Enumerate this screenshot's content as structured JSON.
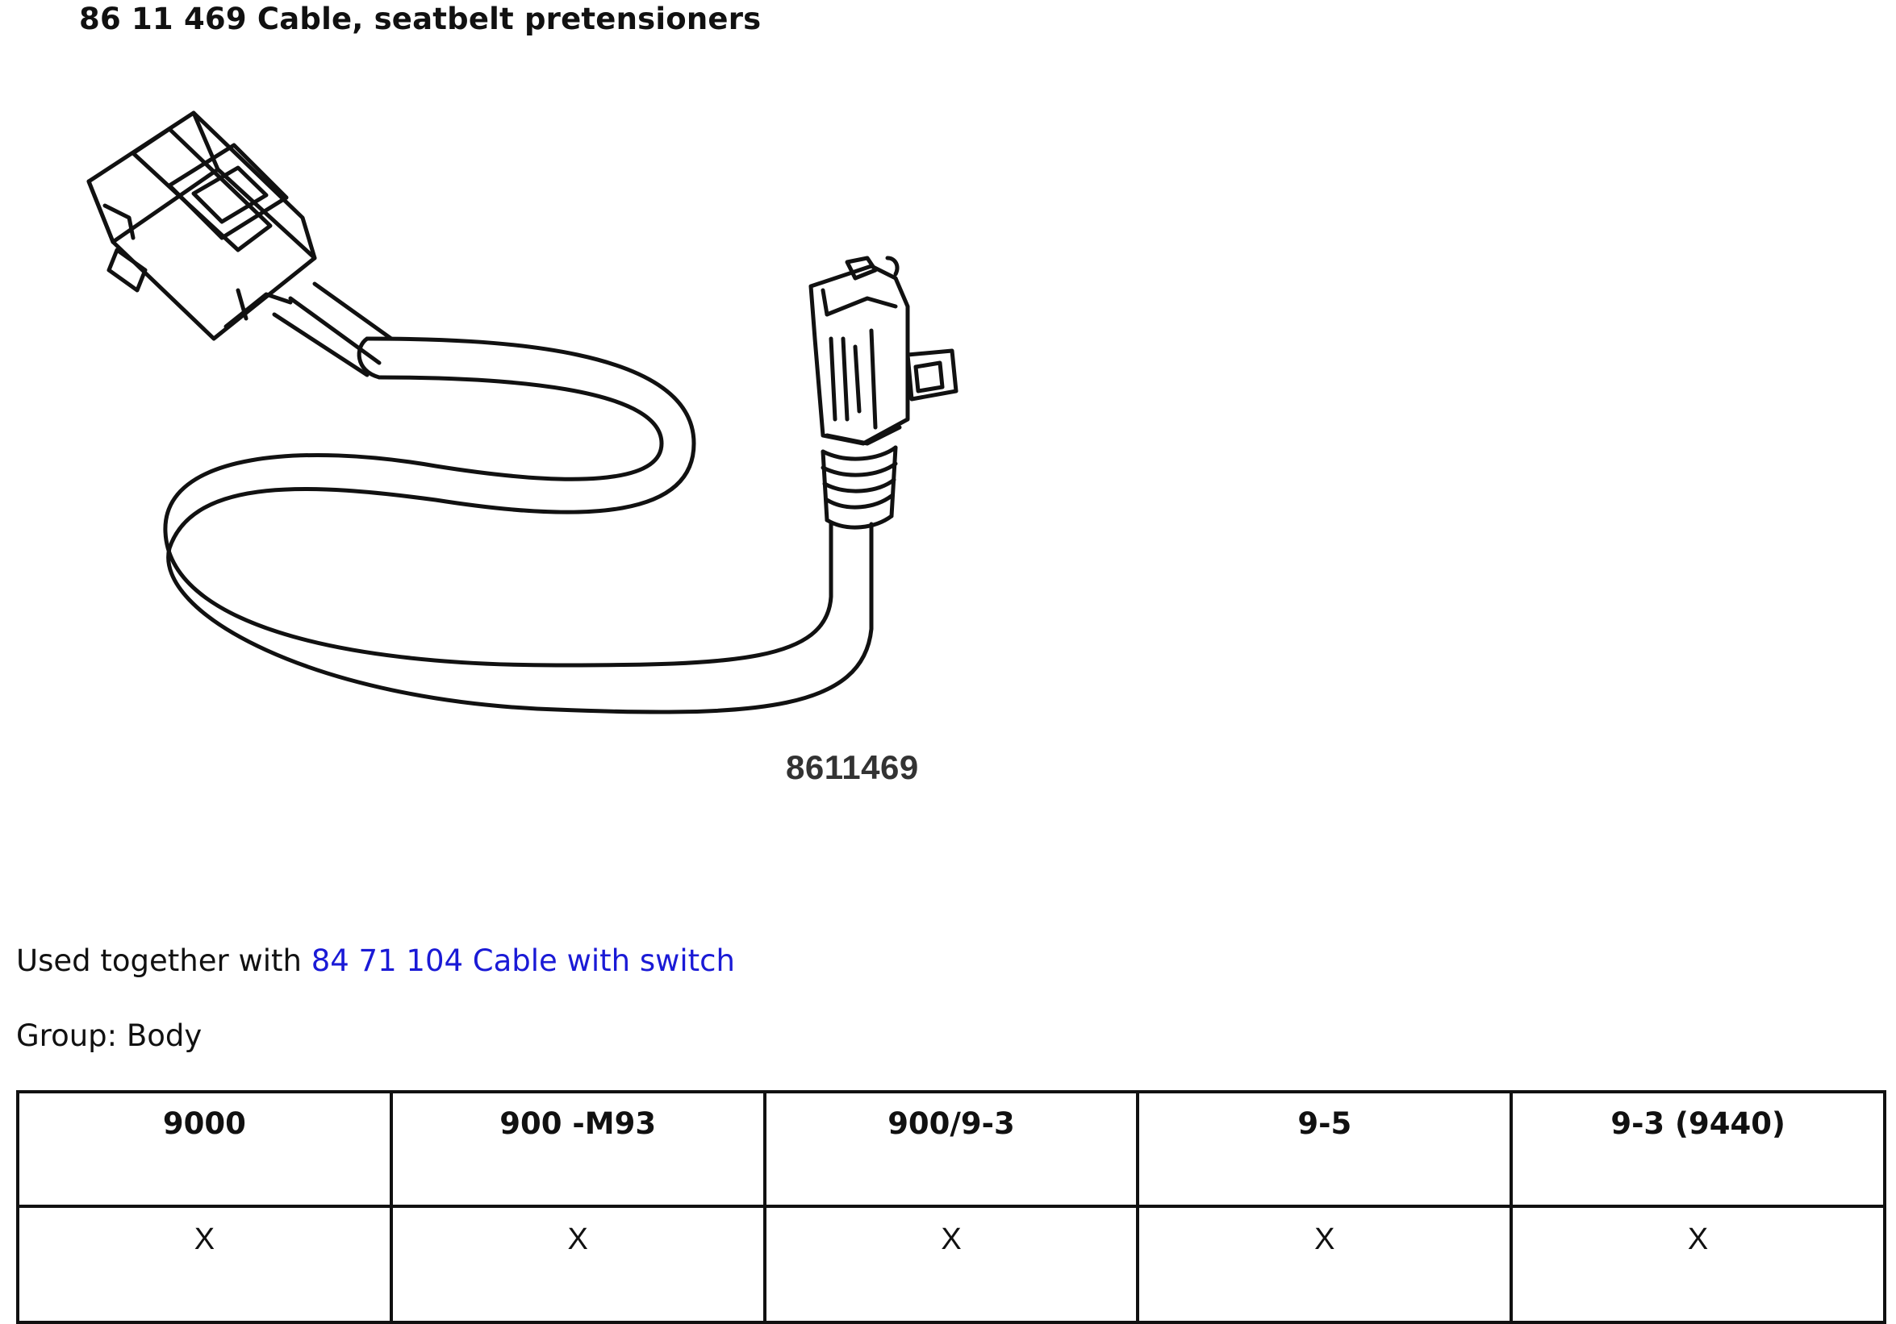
{
  "part": {
    "title": "86 11 469 Cable, seatbelt pretensioners",
    "drawing_number": "8611469"
  },
  "relation": {
    "prefix": "Used together with ",
    "link_text": "84 71 104 Cable with switch"
  },
  "group": {
    "text": "Group: Body"
  },
  "fitment": {
    "headers": [
      "9000",
      "900 -M93",
      "900/9-3",
      "9-5",
      "9-3 (9440)"
    ],
    "values": [
      "X",
      "X",
      "X",
      "X",
      "X"
    ]
  }
}
